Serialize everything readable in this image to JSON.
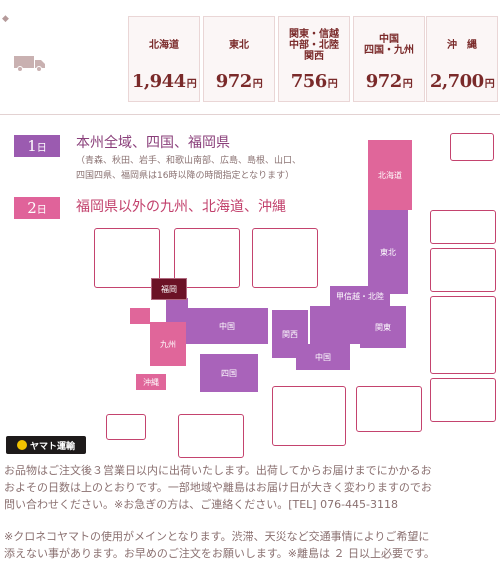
{
  "header": {
    "bullet": "◆",
    "truck_icon": "truck-icon"
  },
  "prices": [
    {
      "region": "北海道",
      "price": "1,944",
      "yen": "円"
    },
    {
      "region": "東北",
      "price": "972",
      "yen": "円"
    },
    {
      "region": "関東・信越\n中部・北陸\n関西",
      "price": "756",
      "yen": "円"
    },
    {
      "region": "中国\n四国・九州",
      "price": "972",
      "yen": "円"
    },
    {
      "region": "沖　縄",
      "price": "2,700",
      "yen": "円"
    }
  ],
  "legend": {
    "day1_num": "1",
    "day1_unit": "日",
    "day1_text": "本州全域、四国、福岡県",
    "day1_note": "（青森、秋田、岩手、和歌山南部、広島、島根、山口、\n四国四県、福岡県は16時以降の時間指定となります）",
    "day2_num": "2",
    "day2_unit": "日",
    "day2_text": "福岡県以外の九州、北海道、沖縄"
  },
  "map": {
    "hokkaido": "北海道",
    "tohoku": "東北",
    "koshinetsu": "甲信越・北陸",
    "kanto": "関東",
    "kansai": "関西",
    "chubu": "中国",
    "chugoku": "中国",
    "shikoku": "四国",
    "kyushu": "九州",
    "okinawa": "沖縄",
    "fukuoka": "福岡"
  },
  "yamato_logo": "ヤマト運輸",
  "notes": {
    "p1": "お品物はご注文後３営業日以内に出荷いたします。出荷してからお届けまでにかかるお\nおよその日数は上のとおりです。一部地域や離島はお届け日が大きく変わりますのでお\n問い合わせください。※お急ぎの方は、ご連絡ください。[TEL] 076-445-3118",
    "p2": "※クロネコヤマトの使用がメインとなります。渋滞、天災など交通事情によりご希望に\n添えない事があります。お早めのご注文をお願いします。※離島は ２ 日以上必要です。"
  },
  "colors": {
    "day1": "#a963ba",
    "day2": "#e0669a",
    "price_text": "#7a2a2a"
  }
}
